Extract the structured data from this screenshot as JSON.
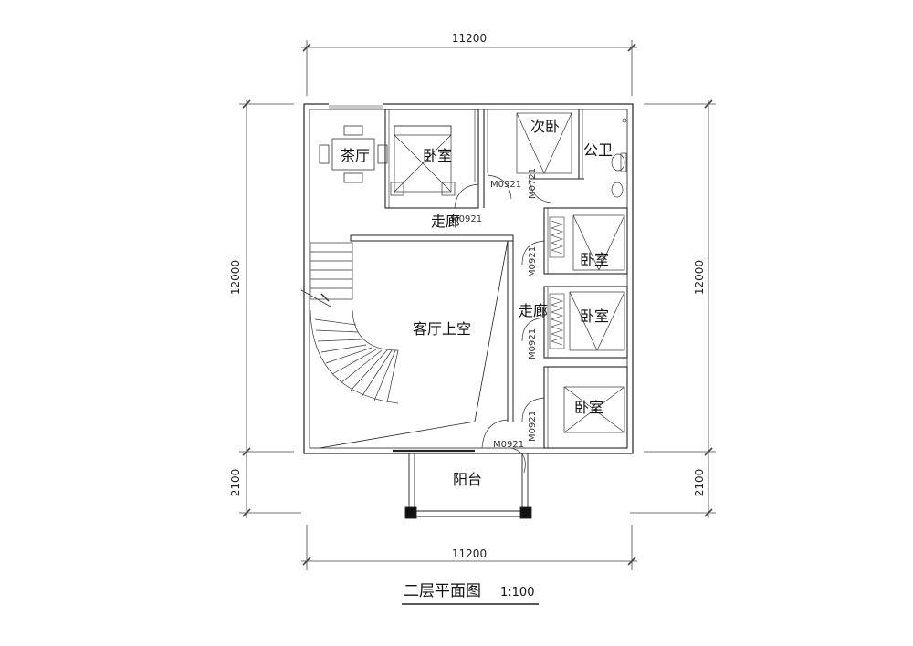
{
  "rooms": {
    "tea_room": "茶厅",
    "bedroom_top": "卧室",
    "second_bedroom": "次卧",
    "public_bath": "公卫",
    "corridor_top": "走廊",
    "living_void": "客厅上空",
    "corridor_right": "走廊",
    "bedroom_r1": "卧室",
    "bedroom_r2": "卧室",
    "bedroom_r3": "卧室",
    "balcony": "阳台"
  },
  "doors": {
    "d1": "M0921",
    "d2": "M0721",
    "d3": "M0921",
    "d4": "M0921",
    "d5": "M0921",
    "d6": "M0921",
    "d7": "M0921"
  },
  "dimensions": {
    "top_width": "11200",
    "bottom_width": "11200",
    "left_main": "12000",
    "left_balcony": "2100",
    "right_main": "12000",
    "right_balcony": "2100"
  },
  "plan_title": "二层平面图",
  "plan_scale": "1:100"
}
